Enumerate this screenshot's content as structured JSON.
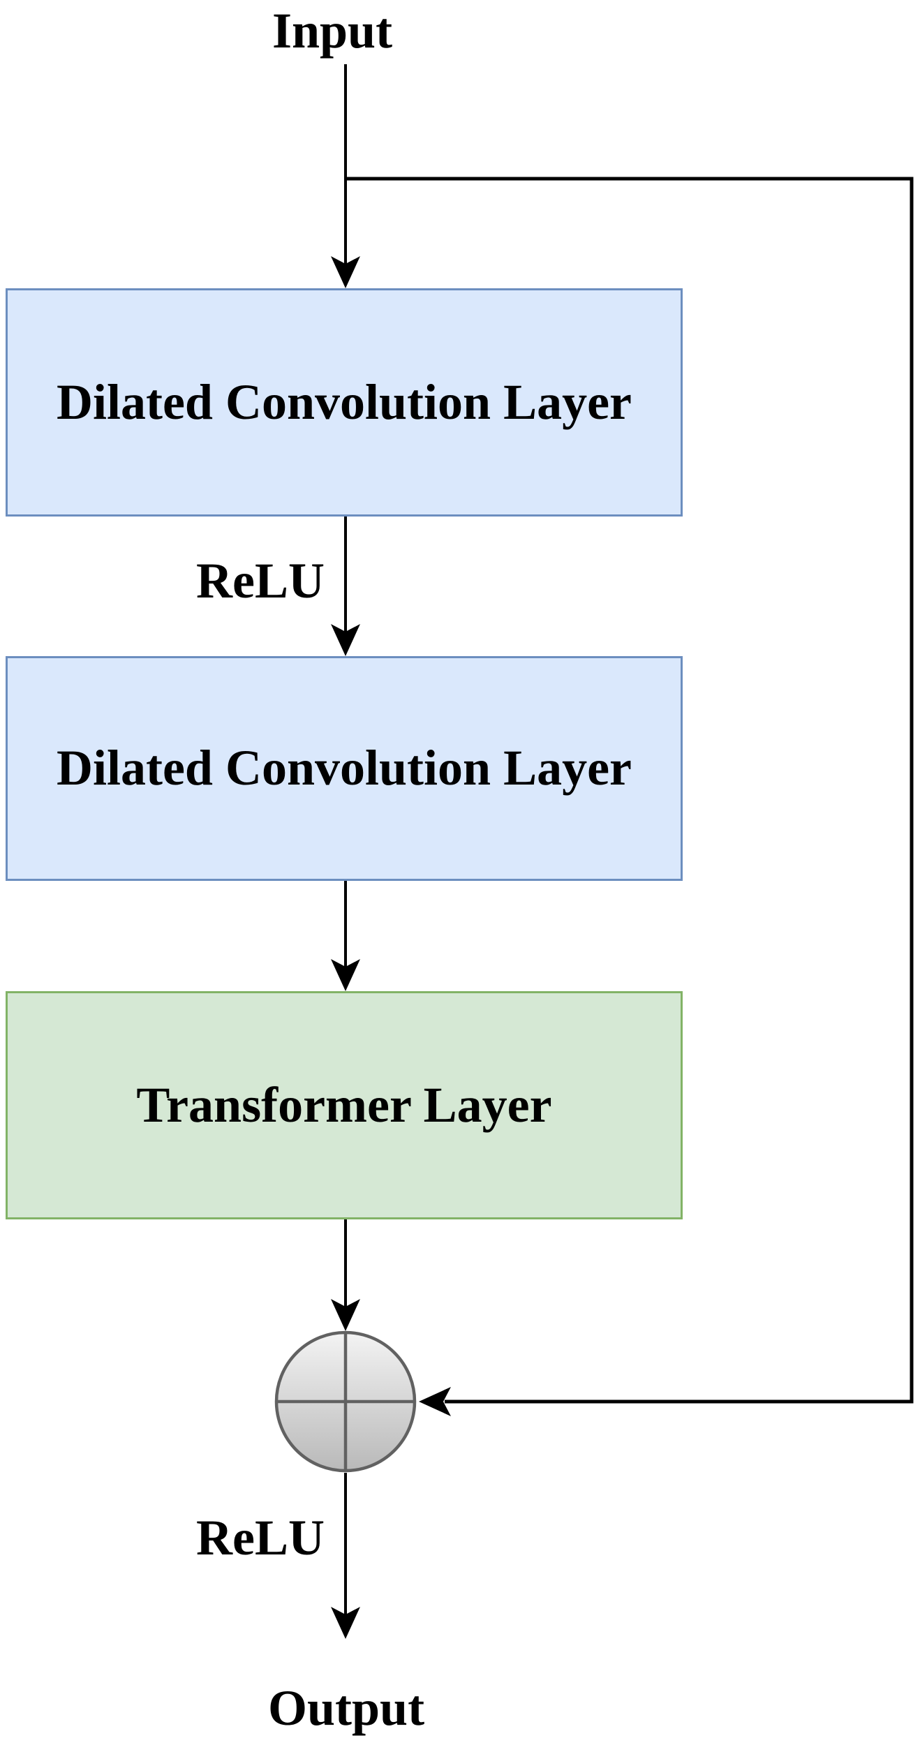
{
  "diagram": {
    "input_label": "Input",
    "output_label": "Output",
    "nodes": [
      {
        "label": "Dilated Convolution Layer",
        "type": "dilated-convolution"
      },
      {
        "label": "Dilated Convolution Layer",
        "type": "dilated-convolution"
      },
      {
        "label": "Transformer Layer",
        "type": "transformer"
      }
    ],
    "activations": {
      "after_first_conv": "ReLU",
      "after_sum": "ReLU"
    },
    "sum_node": {
      "symbol": "plus-in-circle"
    },
    "connections": {
      "main_flow": "Input -> Dilated Convolution Layer -> ReLU -> Dilated Convolution Layer -> Transformer Layer -> sum -> ReLU -> Output",
      "skip": "Input -> sum"
    }
  },
  "colors": {
    "background": "#ffffff",
    "conv_fill": "#dae8fc",
    "conv_border": "#6c8ebf",
    "transformer_fill": "#d5e8d4",
    "transformer_border": "#82b366",
    "sum_stroke": "#616161",
    "sum_fill_light": "#f3f3f3",
    "sum_fill_dark": "#b9b9b9",
    "line": "#000000",
    "text": "#000000"
  }
}
